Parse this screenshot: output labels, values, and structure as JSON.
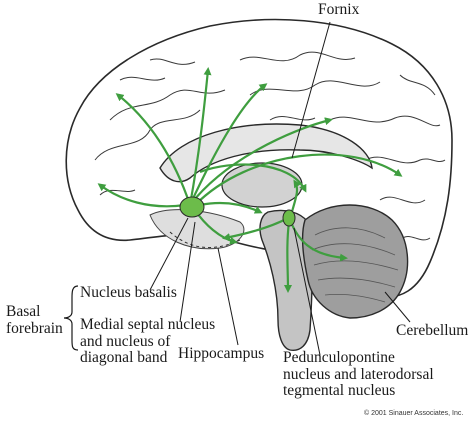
{
  "labels": {
    "fornix": "Fornix",
    "cerebellum": "Cerebellum",
    "basal_forebrain": [
      "Basal",
      "forebrain"
    ],
    "nucleus_basalis": "Nucleus basalis",
    "medial_septal": [
      "Medial septal nucleus",
      "and nucleus of",
      "diagonal band"
    ],
    "hippocampus": "Hippocampus",
    "pedunculopontine": [
      "Pedunculopontine",
      "nucleus and laterodorsal",
      "tegmental nucleus"
    ]
  },
  "copyright": "© 2001 Sinauer Associates, Inc.",
  "colors": {
    "pathway": "#3f9e3f",
    "nucleus_fill": "#6cbc4a",
    "outline": "#2a2a2a",
    "shade": "#bdbdbd"
  }
}
